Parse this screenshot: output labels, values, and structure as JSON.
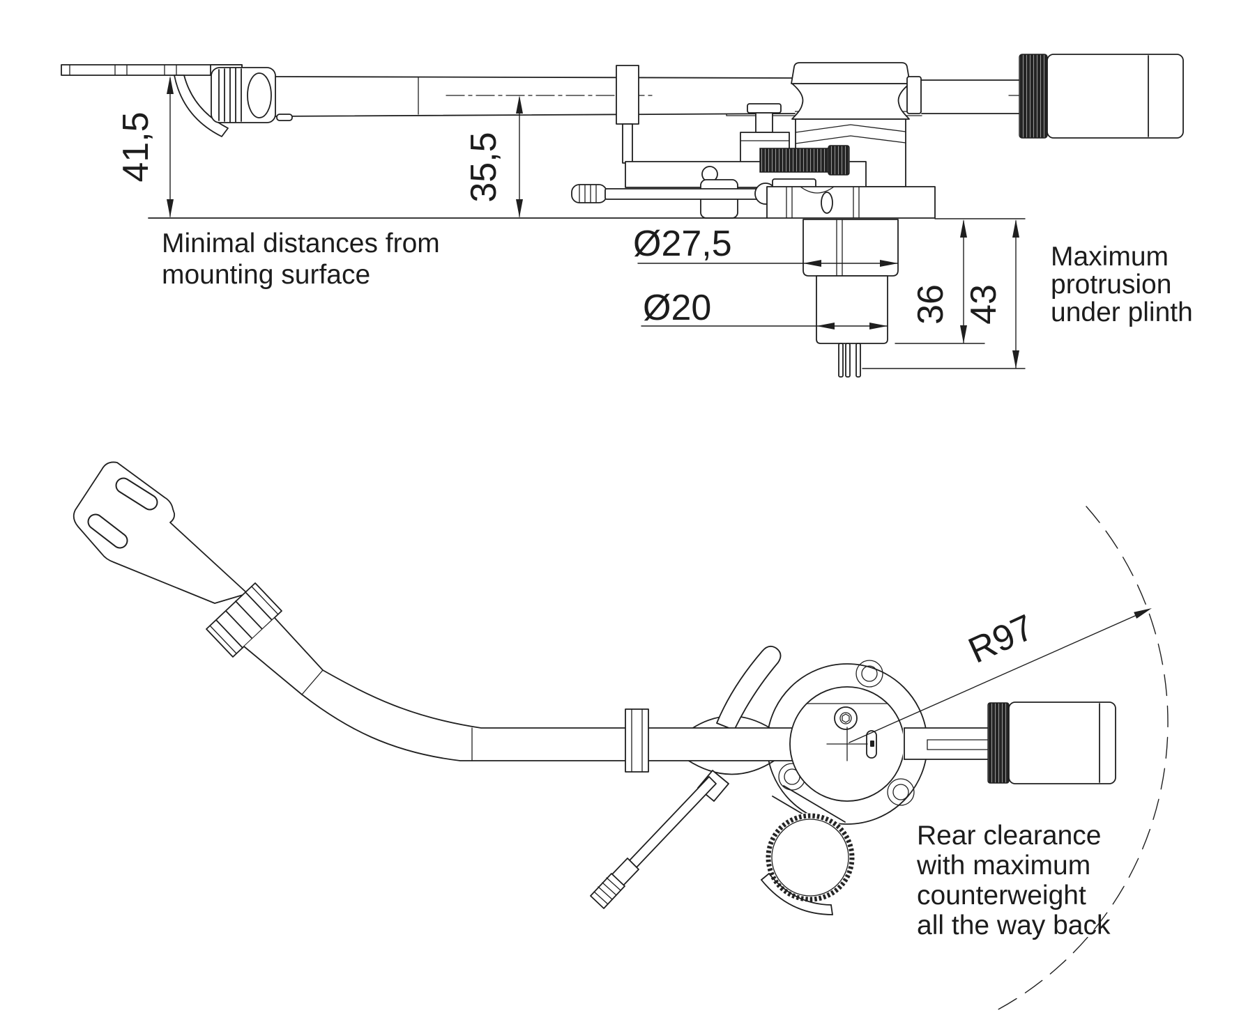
{
  "drawing": {
    "background": "#ffffff",
    "line_color": "#1f1f1f",
    "side_view": {
      "dim_headshell_height": "41,5",
      "dim_centerline_height": "35,5",
      "dim_collar_diameter": "Ø27,5",
      "dim_shaft_diameter": "Ø20",
      "dim_protrusion_shaft": "36",
      "dim_protrusion_total": "43",
      "note_mounting": {
        "lines": [
          "Minimal distances from",
          "mounting surface"
        ]
      },
      "note_protrusion": {
        "lines": [
          "Maximum",
          "protrusion",
          "under plinth"
        ]
      }
    },
    "top_view": {
      "dim_rear_radius": "R97",
      "note_rear": {
        "lines": [
          "Rear clearance",
          "with maximum",
          "counterweight",
          "all the way back"
        ]
      }
    }
  }
}
